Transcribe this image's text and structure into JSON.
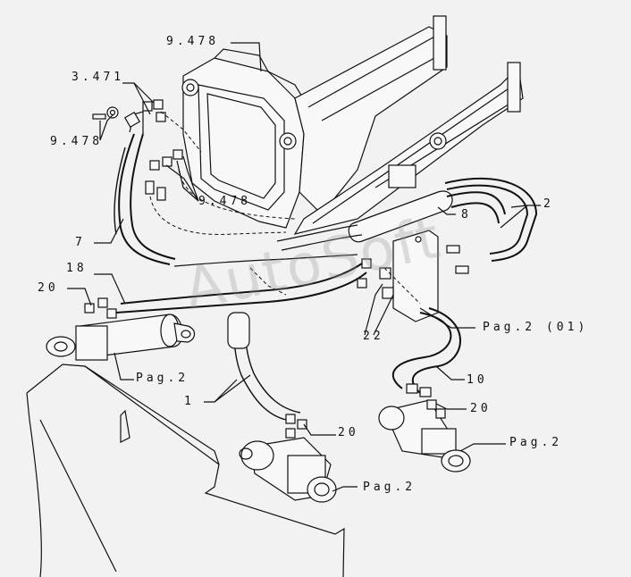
{
  "watermark": "AutoSoft",
  "labels": {
    "ref_9478_top": "9.478",
    "ref_3471": "3.471",
    "ref_9478_left": "9.478",
    "ref_9478_mid": "9.478",
    "item_7": "7",
    "item_18": "18",
    "item_20_left": "20",
    "pag2_left": "Pag.2",
    "item_1": "1",
    "item_20_center": "20",
    "pag2_bottom": "Pag.2",
    "item_8": "8",
    "item_2": "2",
    "item_22": "22",
    "pag2_01": "Pag.2  (01)",
    "item_10": "10",
    "item_20_right": "20",
    "pag2_right": "Pag.2"
  }
}
